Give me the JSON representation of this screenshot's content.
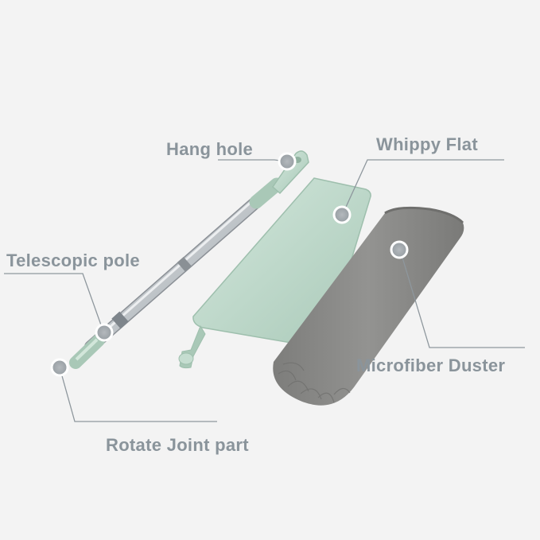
{
  "labels": {
    "hang_hole": "Hang hole",
    "whippy_flat": "Whippy Flat",
    "telescopic_pole": "Telescopic pole",
    "microfiber_duster": "Microfiber Duster",
    "rotate_joint": "Rotate Joint part"
  },
  "colors": {
    "background": "#f3f3f3",
    "label_text": "#8a949b",
    "leader_line": "#8e979d",
    "marker": "#9aa1a6",
    "mint_green": "#b9d6c7",
    "steel": "#c8ccd0",
    "microfiber_gray": "#8a8a88"
  }
}
